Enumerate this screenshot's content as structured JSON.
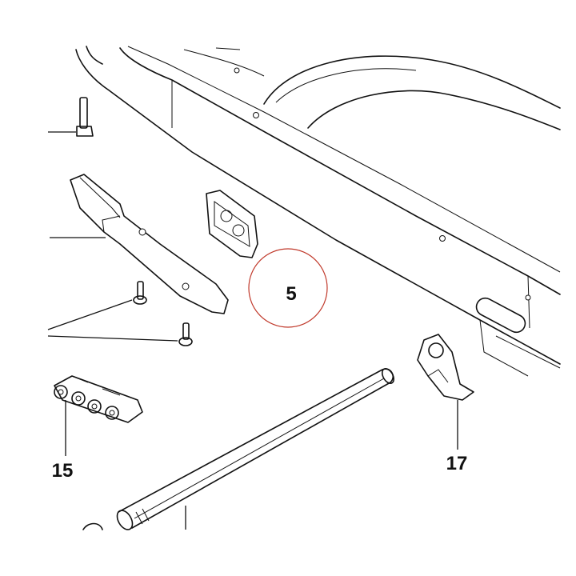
{
  "callouts": {
    "part_5": "5",
    "part_15": "15",
    "part_17": "17"
  },
  "colors": {
    "line": "#111111",
    "highlight_circle": "#c0392b",
    "background": "#ffffff"
  }
}
